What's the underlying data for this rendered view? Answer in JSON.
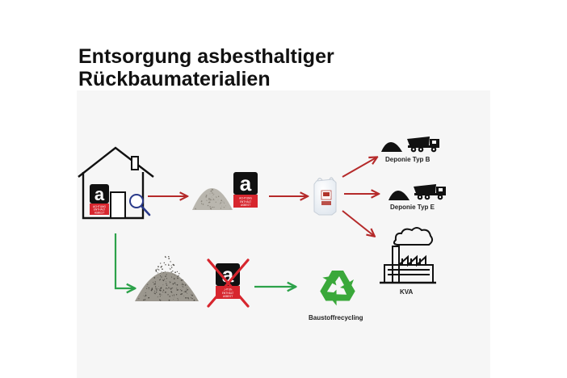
{
  "title": {
    "line1": "Entsorgung asbesthaltiger",
    "line2": "Rückbaumaterialien"
  },
  "badge_text": [
    "ACHTUNG",
    "ENTHÄLT",
    "ASBEST"
  ],
  "badge_letter": "a",
  "labels": {
    "deponie_b": "Deponie Typ B",
    "deponie_e": "Deponie Typ E",
    "kva": "KVA",
    "recycling": "Baustoffrecycling"
  },
  "colors": {
    "red_arrow": "#b52a2a",
    "green_arrow": "#2ca24a",
    "badge_black": "#111111",
    "badge_red": "#d7262e",
    "recycle_green": "#3aa83a",
    "content_bg": "#f6f6f6"
  },
  "icons": [
    "house-icon",
    "magnifier-icon",
    "asbestos-badge-icon",
    "gravel-pile-icon",
    "bigbag-icon",
    "dump-truck-icon",
    "dirt-pile-icon",
    "incinerator-plant-icon",
    "recycle-icon"
  ]
}
